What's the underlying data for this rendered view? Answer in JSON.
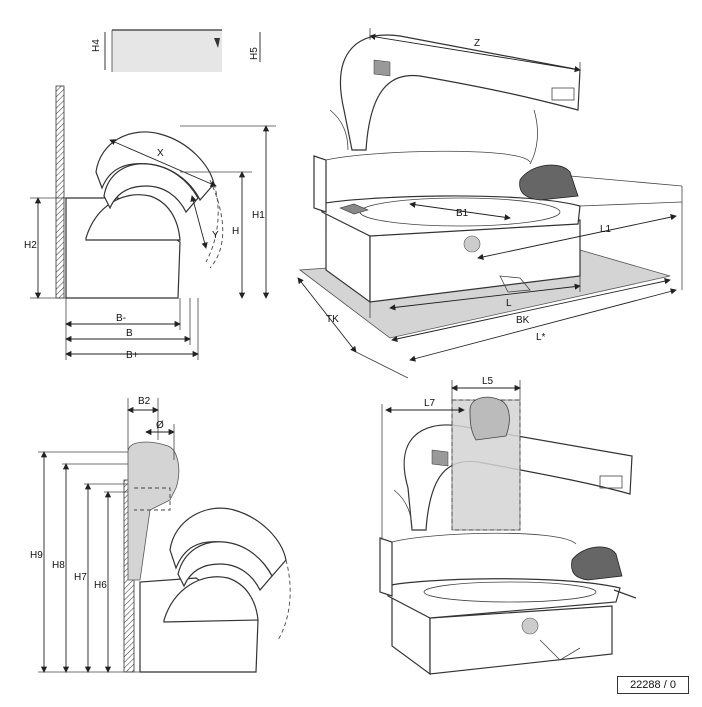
{
  "labels": {
    "h4": "H4",
    "h5": "H5",
    "x": "X",
    "y": "Y",
    "h": "H",
    "h1": "H1",
    "h2": "H2",
    "b_minus": "B-",
    "b": "B",
    "b_plus": "B+",
    "z": "Z",
    "b1": "B1",
    "l1": "L1",
    "l": "L",
    "bk": "BK",
    "l_star": "L*",
    "tk": "TK",
    "b2": "B2",
    "diameter": "Ø",
    "h9": "H9",
    "h8": "H8",
    "h7": "H7",
    "h6": "H6",
    "l7": "L7",
    "l5": "L5"
  },
  "reference": "22288 / 0"
}
